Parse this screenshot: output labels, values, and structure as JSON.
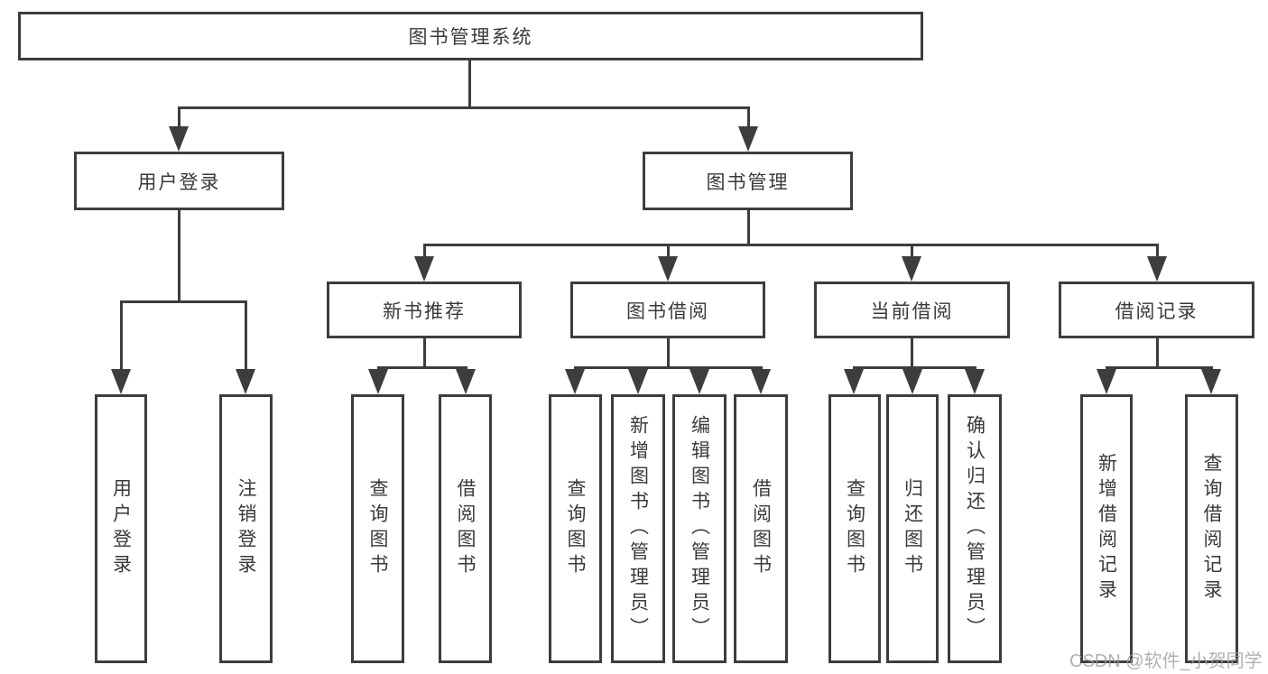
{
  "tree": {
    "root": {
      "label": "图书管理系统"
    },
    "branches": [
      {
        "label": "用户登录",
        "children": [
          {
            "label": "用户登录"
          },
          {
            "label": "注销登录"
          }
        ]
      },
      {
        "label": "图书管理",
        "children": [
          {
            "label": "新书推荐",
            "children": [
              {
                "label": "查询图书"
              },
              {
                "label": "借阅图书"
              }
            ]
          },
          {
            "label": "图书借阅",
            "children": [
              {
                "label": "查询图书"
              },
              {
                "label": "新增图书（管理员）"
              },
              {
                "label": "编辑图书（管理员）"
              },
              {
                "label": "借阅图书"
              }
            ]
          },
          {
            "label": "当前借阅",
            "children": [
              {
                "label": "查询图书"
              },
              {
                "label": "归还图书"
              },
              {
                "label": "确认归还（管理员）"
              }
            ]
          },
          {
            "label": "借阅记录",
            "children": [
              {
                "label": "新增借阅记录"
              },
              {
                "label": "查询借阅记录"
              }
            ]
          }
        ]
      }
    ]
  },
  "watermark": {
    "text": "CSDN @软件_小贺同学"
  },
  "colors": {
    "line": "#3d3d3d",
    "box_border": "#3d3d3d",
    "text": "#3a3a3a",
    "background": "#ffffff",
    "watermark": "#9e9e9e"
  }
}
